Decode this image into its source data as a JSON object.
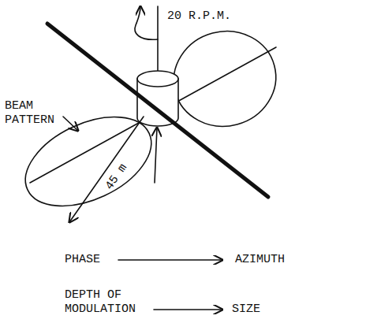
{
  "diagram": {
    "labels": [
      "20 R.P.M.",
      "BEAM PATTERN",
      "45 m",
      "PHASE",
      "AZIMUTH",
      "DEPTH OF MODULATION",
      "SIZE"
    ]
  }
}
